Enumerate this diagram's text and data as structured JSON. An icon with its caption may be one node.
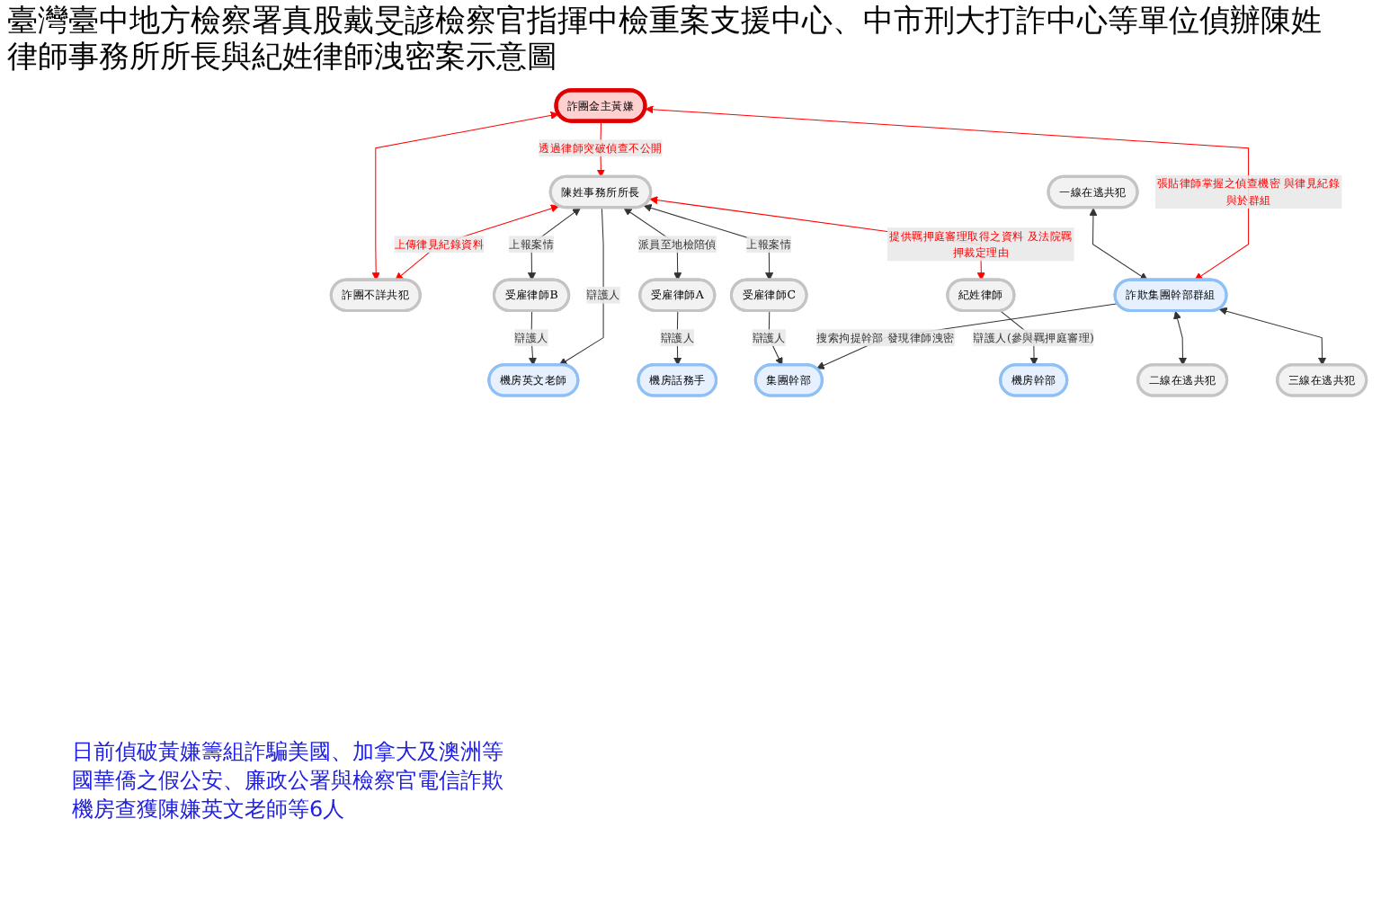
{
  "diagram": {
    "title": "臺灣臺中地方檢察署真股戴旻諺檢察官指揮中檢重案支援中心、中市刑大打詐中心等單位偵辦陳姓律師事務所所長與紀姓律師洩密案示意圖",
    "nodes": [
      {
        "text": [
          "詐團金主黃嫌"
        ]
      },
      {
        "text": [
          "陳姓事務所所長"
        ]
      },
      {
        "text": [
          "詐團不詳共犯"
        ]
      },
      {
        "text": [
          "一線在逃共犯"
        ]
      },
      {
        "text": [
          "詐欺集團幹部群組"
        ]
      },
      {
        "text": [
          "二線在逃共犯"
        ]
      },
      {
        "text": [
          "三線在逃共犯"
        ]
      },
      {
        "text": [
          "受雇律師C"
        ]
      },
      {
        "text": [
          "受雇律師B"
        ]
      },
      {
        "text": [
          "受雇律師A"
        ]
      },
      {
        "text": [
          "紀姓律師"
        ]
      },
      {
        "text": [
          "集團幹部"
        ]
      },
      {
        "text": [
          "機房英文老師"
        ]
      },
      {
        "text": [
          "機房話務手"
        ]
      },
      {
        "text": [
          "機房幹部"
        ]
      }
    ],
    "edges": [
      {
        "from": 0,
        "to": 1,
        "arrow": "to",
        "label": "透過律師突破偵查不公開",
        "color": "#ff0000"
      },
      {
        "from": 1,
        "to": 2,
        "arrow": "both",
        "label": "上傳律見紀錄資料",
        "color": "#ff0000"
      },
      {
        "from": 0,
        "to": 2,
        "arrow": "both",
        "color": "#ff0000"
      },
      {
        "from": 0,
        "to": 4,
        "arrow": "both",
        "label": "張貼律師掌握之偵查機密 與律見紀錄與於群組",
        "color": "#ff0000"
      },
      {
        "from": 3,
        "to": 4,
        "arrow": "both"
      },
      {
        "from": 4,
        "to": 5,
        "arrow": "both"
      },
      {
        "from": 4,
        "to": 6,
        "arrow": "both"
      },
      {
        "from": 1,
        "to": 7,
        "arrow": "both",
        "label": "上報案情"
      },
      {
        "from": 1,
        "to": 8,
        "arrow": "both",
        "label": "上報案情"
      },
      {
        "from": 1,
        "to": 12,
        "arrow": "to",
        "label": "辯護人"
      },
      {
        "from": 1,
        "to": 9,
        "arrow": "both",
        "label": "派員至地檢陪偵"
      },
      {
        "from": 1,
        "to": 10,
        "arrow": "both",
        "label": "提供羈押庭審理取得之資料 及法院羈押裁定理由",
        "color": "#ff0000"
      },
      {
        "from": 4,
        "to": 11,
        "arrow": "to",
        "label": "搜索拘提幹部 發現律師洩密"
      },
      {
        "from": 7,
        "to": 11,
        "arrow": "to",
        "label": "辯護人"
      },
      {
        "from": 8,
        "to": 12,
        "arrow": "to",
        "label": "辯護人"
      },
      {
        "from": 9,
        "to": 13,
        "arrow": "to",
        "label": "辯護人"
      },
      {
        "from": 10,
        "to": 14,
        "arrow": "to",
        "label": "辯護人(參與羈押庭審理)"
      }
    ],
    "labels": [
      "日前偵破黃嫌籌組詐騙美國、加拿大及澳洲等國華僑之假公安、廉政公署與檢察官電信詐欺機房查獲陳嫌英文老師等6人"
    ]
  }
}
